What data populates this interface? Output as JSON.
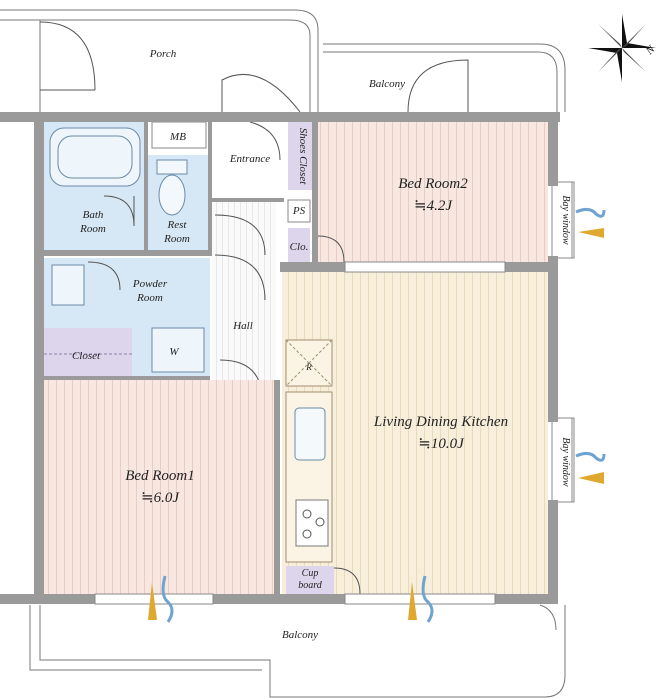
{
  "compass": {
    "north_label": "N"
  },
  "outdoor": {
    "porch": "Porch",
    "balcony_top": "Balcony",
    "balcony_bottom": "Balcony"
  },
  "rooms": {
    "mb": "MB",
    "shoes_closet": "Shoes Closet",
    "entrance": "Entrance",
    "bath_line1": "Bath",
    "bath_line2": "Room",
    "rest_line1": "Rest",
    "rest_line2": "Room",
    "ps": "PS",
    "clo": "Clo.",
    "bedroom2_name": "Bed Room2",
    "bedroom2_size": "≒4.2J",
    "bay_window_right_top": "Bay window",
    "powder_line1": "Powder",
    "powder_line2": "Room",
    "washer": "W",
    "closet": "Closet",
    "hall": "Hall",
    "fridge": "R",
    "ldk_name": "Living Dining Kitchen",
    "ldk_size": "≒10.0J",
    "bay_window_right_bottom": "Bay window",
    "bedroom1_name": "Bed Room1",
    "bedroom1_size": "≒6.0J",
    "cupboard_line1": "Cup",
    "cupboard_line2": "board"
  },
  "colors": {
    "wet_area": "#d4e6f4",
    "bedroom": "#f7e2dc",
    "ldk": "#f6ecd7",
    "storage": "#dcd4ea",
    "wall": "#9a9a9a"
  }
}
